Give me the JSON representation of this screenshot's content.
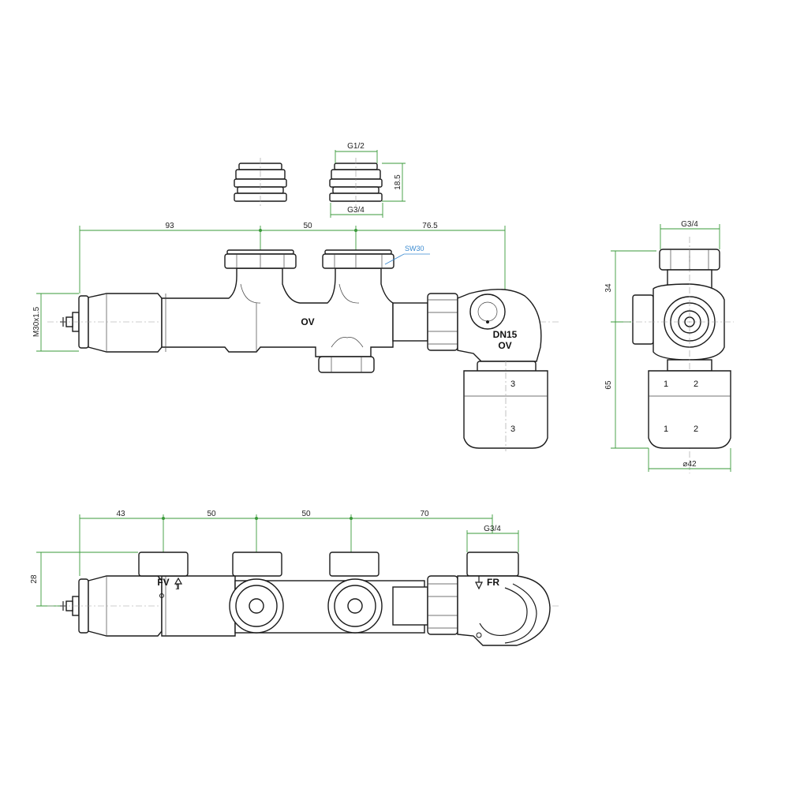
{
  "dimensions": {
    "top_spacing_1": "93",
    "top_spacing_2": "50",
    "top_spacing_3": "76.5",
    "adapter_inlet": "G1/2",
    "adapter_outlet": "G3/4",
    "adapter_height": "18.5",
    "thread_m30": "M30x1.5",
    "wrench_size": "SW30",
    "side_thread": "G3/4",
    "side_height_upper": "34",
    "side_height_lower": "65",
    "side_diameter": "⌀42",
    "bottom_spacing_1": "43",
    "bottom_spacing_2": "50",
    "bottom_spacing_3": "50",
    "bottom_spacing_4": "70",
    "bottom_thread": "G3/4",
    "bottom_height": "28"
  },
  "labels": {
    "ov_body": "OV",
    "dn15": "DN15",
    "ov_elbow": "OV",
    "fv": "FV",
    "fr": "FR"
  },
  "knob_markings": {
    "front_upper": "3",
    "front_lower": "3",
    "side_upper_1": "1",
    "side_upper_2": "2",
    "side_lower_1": "1",
    "side_lower_2": "2",
    "arrow_up_num": "1"
  },
  "colors": {
    "dimension_lines": "#3a9a3a",
    "callout": "#3a8ad0",
    "outline": "#1a1a1a"
  }
}
